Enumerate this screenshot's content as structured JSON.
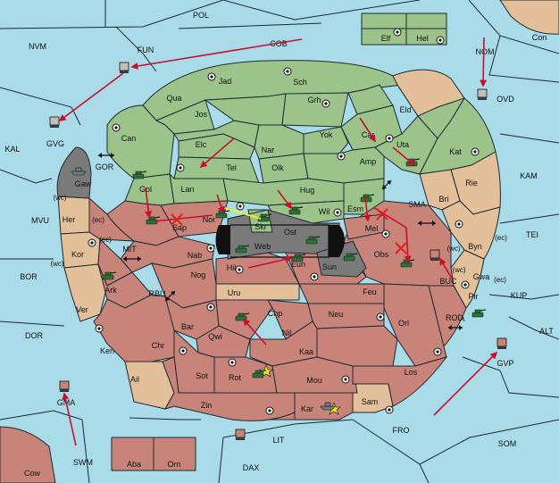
{
  "map": {
    "sea_labels": [
      "POL",
      "NVM",
      "FUN",
      "COB",
      "NOM",
      "OVD",
      "Con",
      "KAL",
      "GVG",
      "GOR",
      "MVU",
      "BOR",
      "MIT",
      "RBU",
      "DOR",
      "GMA",
      "SWM",
      "LIT",
      "DAX",
      "FRO",
      "SOM",
      "KAM",
      "TEI",
      "SMA",
      "BUC",
      "ROD",
      "KUP",
      "ALT",
      "GVP"
    ],
    "land_labels": [
      "Jad",
      "Sch",
      "Qua",
      "Jos",
      "Grh",
      "Eld",
      "Can",
      "Elc",
      "Nar",
      "Yok",
      "Car",
      "Uta",
      "Kat",
      "Tel",
      "Olk",
      "Amp",
      "Lan",
      "Hug",
      "Rie",
      "Gaw",
      "Gol",
      "Wil",
      "Esm",
      "Bri",
      "Skr",
      "Her",
      "Sap",
      "Nor",
      "Ost",
      "Mel",
      "Byn",
      "Kor",
      "Web",
      "Nab",
      "Obs",
      "Gwa",
      "Hil",
      "Eun",
      "Sun",
      "Ark",
      "Nog",
      "Uru",
      "Feu",
      "Pir",
      "Ver",
      "Chp",
      "Neu",
      "Bar",
      "Qwi",
      "Orl",
      "Chr",
      "Ken",
      "Nil",
      "Kaa",
      "Rot",
      "Ail",
      "Sot",
      "Mou",
      "Los",
      "Zin",
      "Sam",
      "Kar",
      "Elf",
      "Hel",
      "Aba",
      "Orn",
      "Cow"
    ],
    "coast_marks": [
      "(wc)",
      "(ec)",
      "(ec)",
      "(wc)",
      "(wc)",
      "(wc)",
      "(ec)",
      "(ec)"
    ]
  },
  "colors": {
    "sea": "#a9dbe9",
    "green_power": "#9cc38a",
    "red_power": "#c88478",
    "neutral": "#e4c09a",
    "impassable": "#7a7a7a",
    "order_arrow": "#c8102e",
    "support_line": "#f2f21a"
  },
  "units": {
    "army_icon": "tank-icon",
    "fleet_icon": "ship-icon",
    "supply_center_icon": "supply-center-icon",
    "home_marker_icon": "star-icon"
  }
}
